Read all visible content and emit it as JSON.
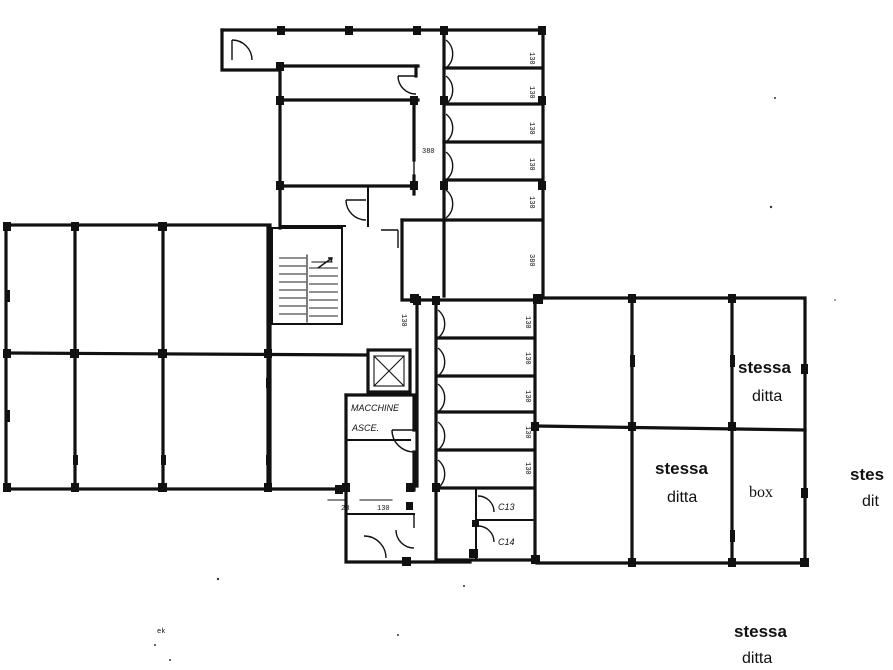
{
  "labels": {
    "stessa_ditta_right_top": {
      "line1": "stessa",
      "line2": "ditta"
    },
    "stessa_ditta_right_mid": {
      "line1": "stessa",
      "line2": "ditta"
    },
    "box": "box",
    "stessa_ditta_edge": {
      "line1": "stes",
      "line2": "dit"
    },
    "stessa_ditta_bottom": {
      "line1": "stessa",
      "line2": "ditta"
    },
    "macchine": "MACCHINE",
    "asce": "ASCE.",
    "c13": "C13",
    "c14": "C14",
    "ek": "ek"
  },
  "dimensions": {
    "d_upper_1": "130",
    "d_upper_2": "130",
    "d_upper_3": "130",
    "d_upper_4": "130",
    "d_upper_5": "130",
    "d_mid": "380",
    "d_corr": "380",
    "d_low_1": "130",
    "d_low_2": "130",
    "d_low_3": "130",
    "d_low_4": "130",
    "d_low_5": "130",
    "d_bottom_a": "28",
    "d_bottom_b": "130",
    "d_shaft": "130"
  }
}
